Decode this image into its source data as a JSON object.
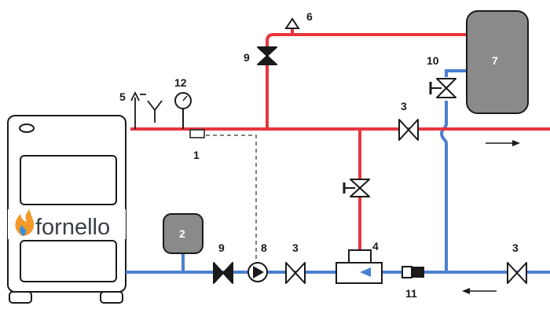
{
  "brand": {
    "name": "fornello"
  },
  "labels": {
    "l1": "1",
    "l2": "2",
    "l3a": "3",
    "l3b": "3",
    "l3c": "3",
    "l4": "4",
    "l5": "5",
    "l6": "6",
    "l7": "7",
    "l8": "8",
    "l9a": "9",
    "l9b": "9",
    "l10": "10",
    "l11": "11",
    "l12": "12"
  },
  "colors": {
    "supply": "#e8363e",
    "return": "#4a7fd1",
    "tank": "#8a8a8a",
    "outline": "#1a1a1a",
    "flame_orange": "#f39a2b",
    "flame_blue": "#3a8fd9"
  }
}
